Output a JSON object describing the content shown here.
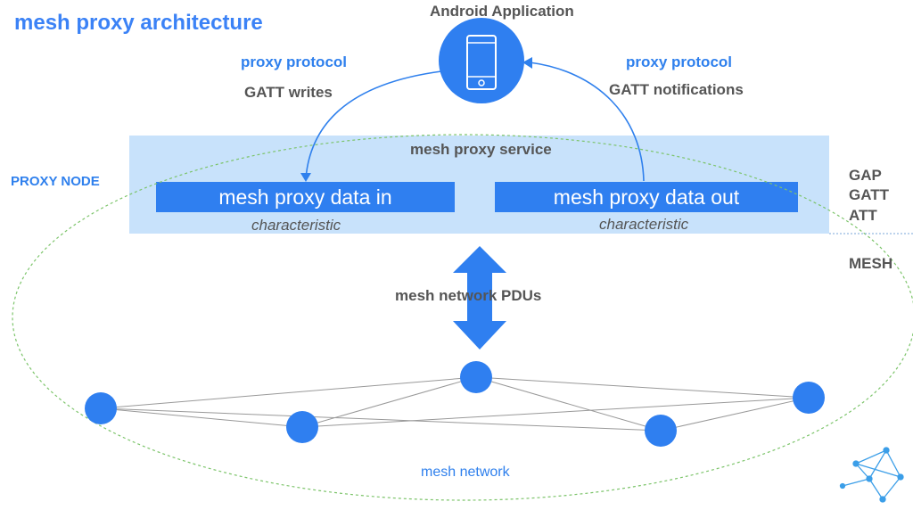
{
  "title": "mesh proxy architecture",
  "app": {
    "label": "Android Application",
    "icon": "smartphone-icon"
  },
  "left_arrow": {
    "protocol": "proxy protocol",
    "method": "GATT writes"
  },
  "right_arrow": {
    "protocol": "proxy protocol",
    "method": "GATT notifications"
  },
  "service": {
    "label": "mesh proxy service",
    "data_in": {
      "label": "mesh proxy data in",
      "sub": "characteristic"
    },
    "data_out": {
      "label": "mesh proxy data out",
      "sub": "characteristic"
    }
  },
  "proxy_node_label": "PROXY NODE",
  "stack": {
    "upper": [
      "GAP",
      "GATT",
      "ATT"
    ],
    "lower": "MESH"
  },
  "pdus_label": "mesh network PDUs",
  "network_label": "mesh network",
  "colors": {
    "accent": "#2f80ed",
    "panel": "#c8e2fb",
    "node": "#2f7ff0",
    "ellipse": "#7cc46a"
  },
  "logo_icon": "network-graph-icon"
}
